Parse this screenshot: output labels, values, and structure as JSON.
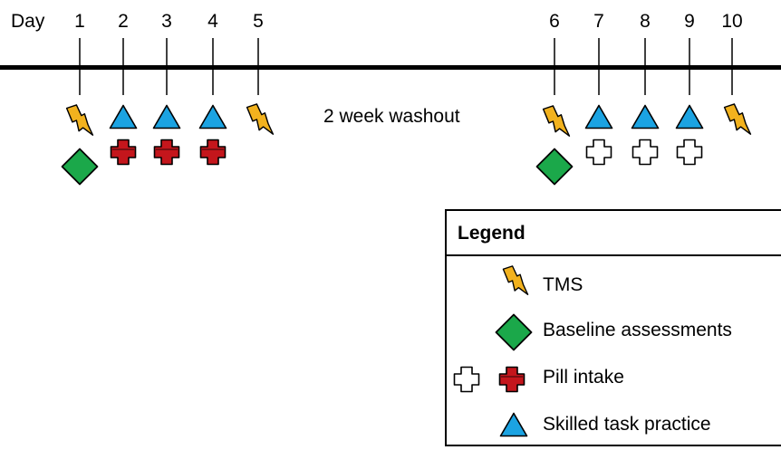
{
  "timeline": {
    "day_label": "Day",
    "days": [
      "1",
      "2",
      "3",
      "4",
      "5",
      "6",
      "7",
      "8",
      "9",
      "10"
    ],
    "washout_label": "2 week washout"
  },
  "legend": {
    "title": "Legend",
    "items": [
      {
        "icon": "lightning-bolt-icon",
        "label": "TMS"
      },
      {
        "icon": "green-diamond-icon",
        "label": "Baseline assessments"
      },
      {
        "icon": "cross-icon",
        "label": "Pill intake"
      },
      {
        "icon": "blue-triangle-icon",
        "label": "Skilled task practice"
      }
    ]
  },
  "colors": {
    "tms": "#f2b21e",
    "baseline": "#1ba84a",
    "pill_active": "#c4161c",
    "pill_placebo": "#ffffff",
    "practice": "#1ba3e2",
    "line": "#000000"
  }
}
